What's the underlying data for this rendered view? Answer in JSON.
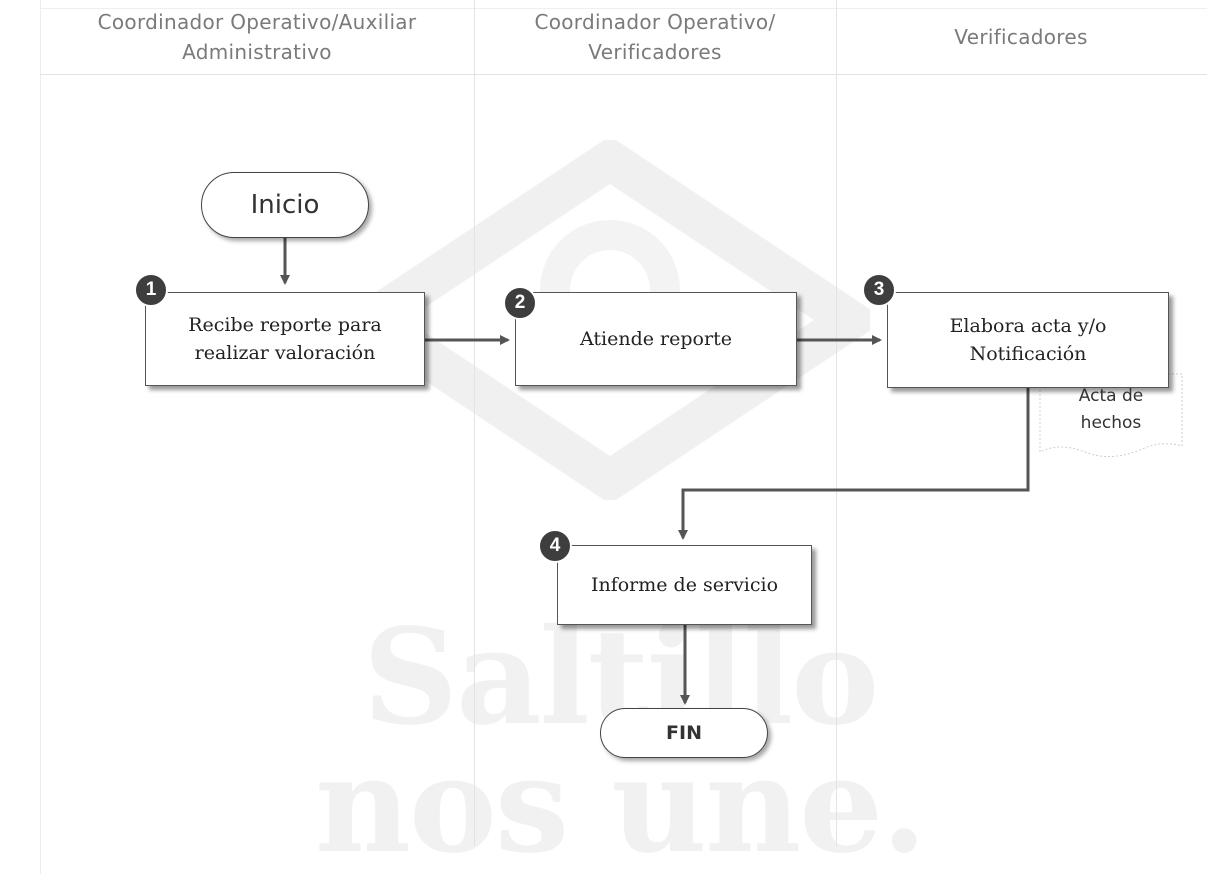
{
  "lanes": [
    {
      "header": "Coordinador Operativo/Auxiliar\nAdministrativo"
    },
    {
      "header": "Coordinador Operativo/\nVerificadores"
    },
    {
      "header": "Verificadores"
    }
  ],
  "watermark": {
    "line1": "Saltillo",
    "line2": "nos une."
  },
  "nodes": {
    "start": "Inicio",
    "end": "FIN",
    "step1": {
      "number": "1",
      "label": "Recibe reporte para\nrealizar valoración"
    },
    "step2": {
      "number": "2",
      "label": "Atiende reporte"
    },
    "step3": {
      "number": "3",
      "label": "Elabora acta y/o\nNotificación"
    },
    "step4": {
      "number": "4",
      "label": "Informe de servicio"
    }
  },
  "document": {
    "label": "Acta de\nhechos"
  }
}
